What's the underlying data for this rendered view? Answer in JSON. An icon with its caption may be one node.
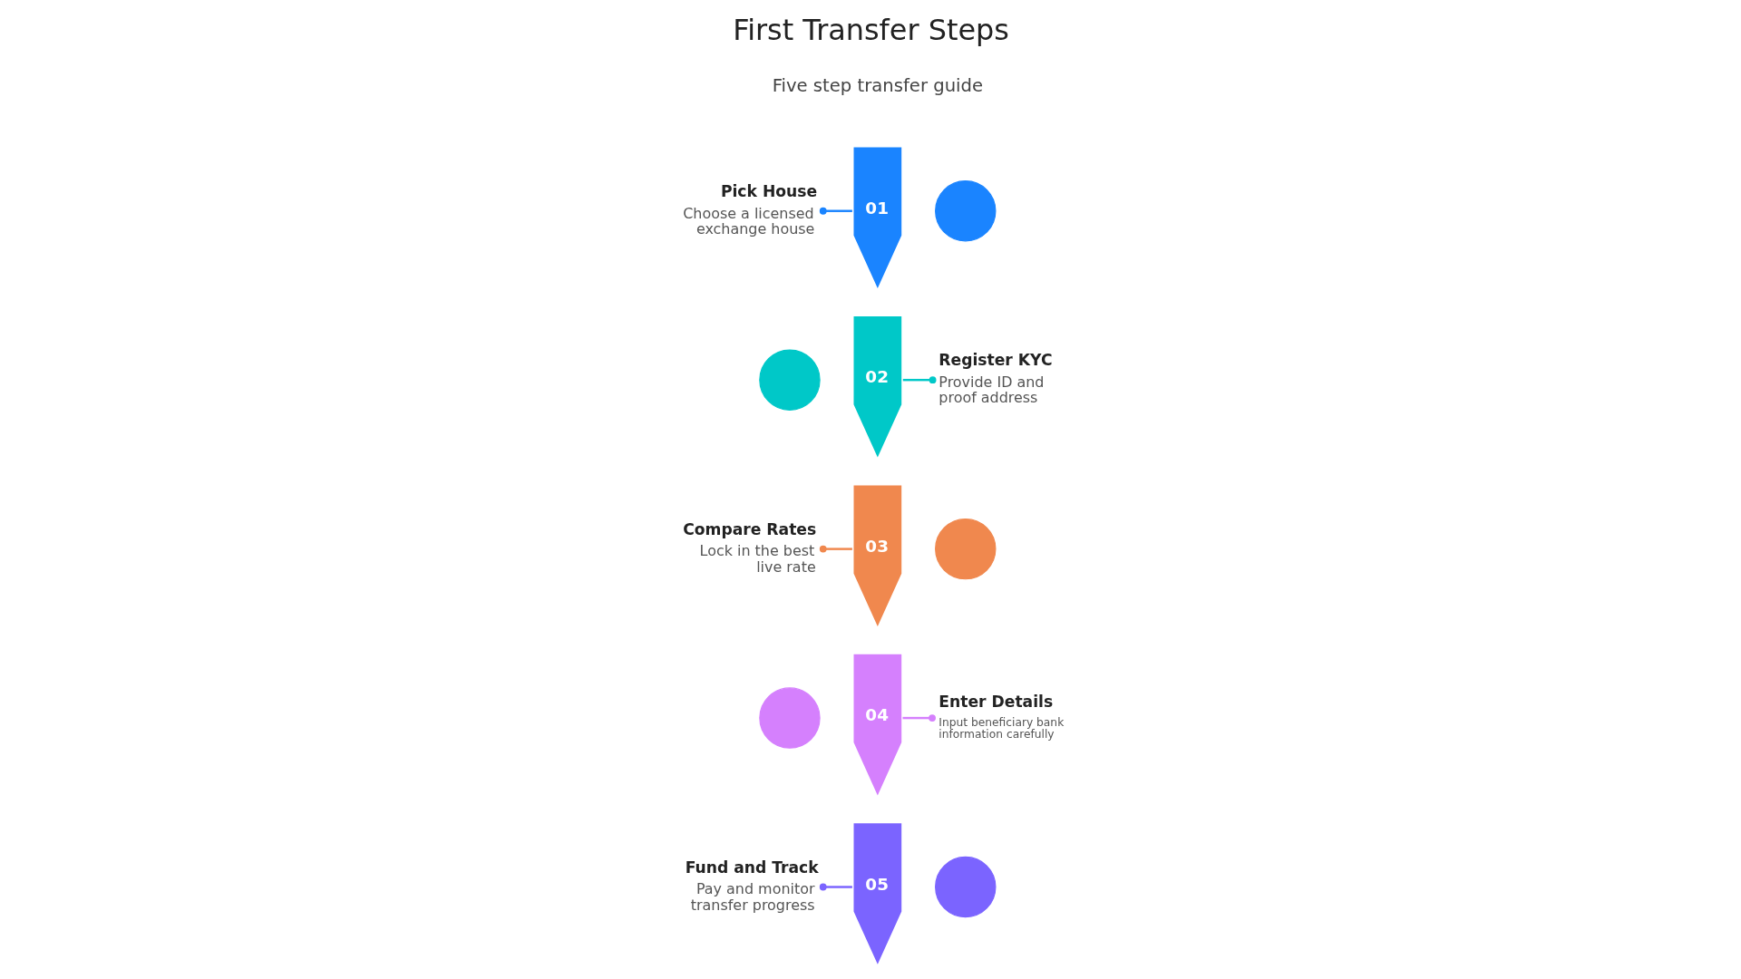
{
  "diagram": {
    "title": "First Transfer Steps",
    "nodes": [
      {
        "text": [
          "Pick House",
          "Choose a licensed exchange house"
        ]
      },
      {
        "text": [
          "01"
        ]
      },
      {
        "text": [],
        "shape": "circle"
      },
      {
        "text": [],
        "shape": "circle"
      },
      {
        "text": [
          "02"
        ]
      },
      {
        "text": [
          "Register KYC",
          "Provide ID and proof address"
        ]
      },
      {
        "text": [
          "Compare Rates",
          "Lock in the best live rate"
        ]
      },
      {
        "text": [
          "03"
        ]
      },
      {
        "text": [],
        "shape": "circle"
      },
      {
        "text": [],
        "shape": "circle"
      },
      {
        "text": [
          "04"
        ]
      },
      {
        "text": [
          "Enter Details",
          "Input beneficiary bank information carefully"
        ]
      },
      {
        "text": [
          "Fund and Track",
          "Pay and monitor transfer progress"
        ]
      },
      {
        "text": [
          "05"
        ]
      },
      {
        "text": [],
        "shape": "circle"
      }
    ],
    "edges": [
      {
        "from": 0,
        "to": 1,
        "arrow": "other",
        "color": "#1a84ff"
      },
      {
        "from": 5,
        "to": 4,
        "arrow": "other",
        "color": "#00c8c8"
      },
      {
        "from": 6,
        "to": 7,
        "arrow": "other",
        "color": "#f0884e"
      },
      {
        "from": 11,
        "to": 10,
        "arrow": "other",
        "color": "#d580fd"
      },
      {
        "from": 12,
        "to": 13,
        "arrow": "other",
        "color": "#7b64ff"
      }
    ],
    "labels": [
      "Five step transfer guide"
    ]
  }
}
